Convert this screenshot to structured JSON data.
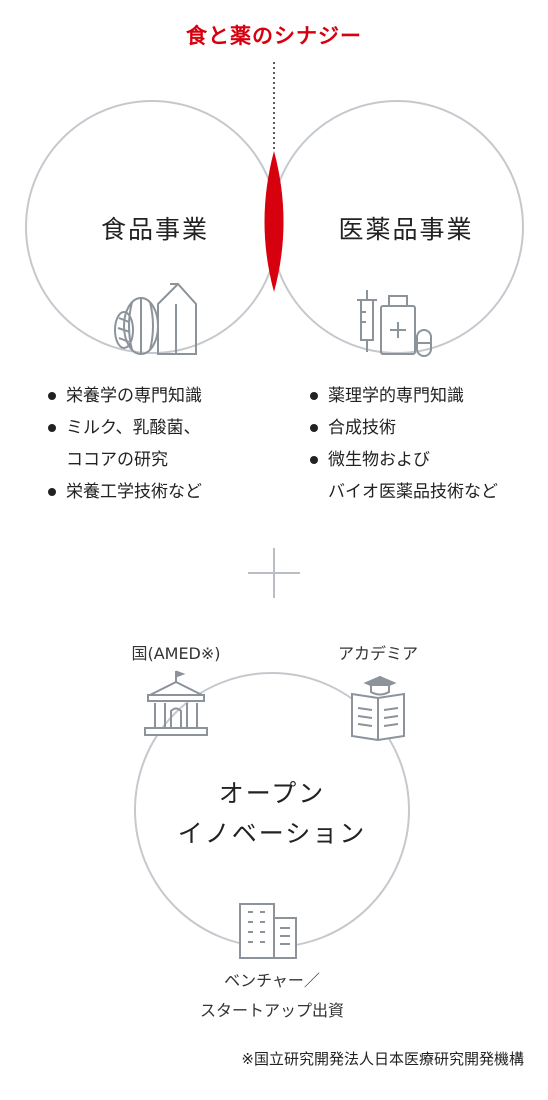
{
  "synergy_title": "食と薬のシナジー",
  "food": {
    "title": "食品事業",
    "items": [
      "栄養学の専門知識",
      "ミルク、乳酸菌、\nココアの研究",
      "栄養工学技術など"
    ]
  },
  "pharma": {
    "title": "医薬品事業",
    "items": [
      "薬理学的専門知識",
      "合成技術",
      "微生物および\nバイオ医薬品技術など"
    ]
  },
  "plus_icon": "plus-icon",
  "open_innovation": {
    "title": "オープン\nイノベーション",
    "partners": {
      "government": "国(AMED※)",
      "academia": "アカデミア",
      "ventures": "ベンチャー／\nスタートアップ出資"
    }
  },
  "footnote": "※国立研究開発法人日本医療研究開発機構",
  "colors": {
    "accent": "#d7000f",
    "line": "#b9bec4",
    "icon": "#8d939a"
  }
}
